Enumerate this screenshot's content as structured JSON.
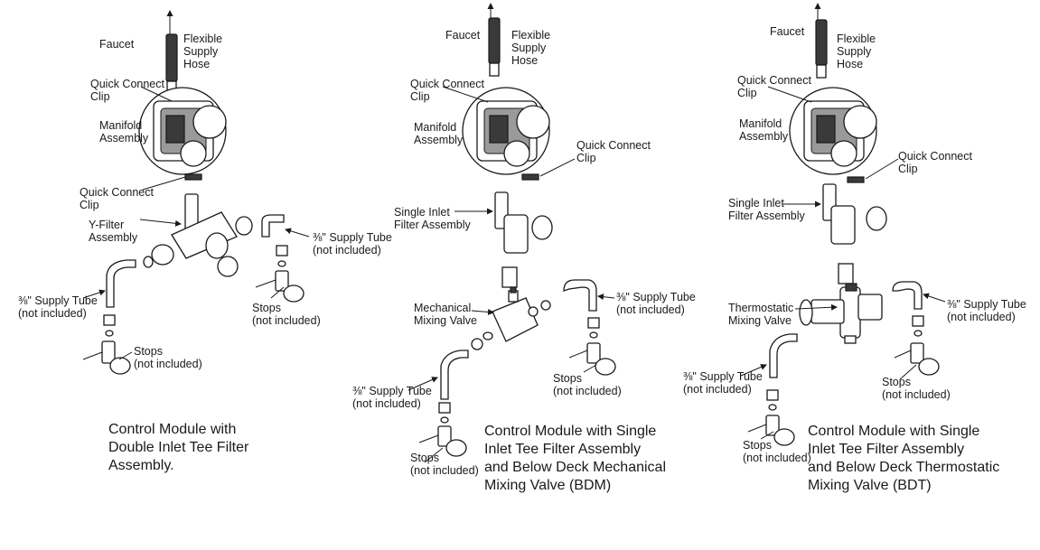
{
  "panels": [
    {
      "caption": "Control Module with\nDouble Inlet Tee Filter\nAssembly.",
      "labels": {
        "faucet": "Faucet",
        "hose": "Flexible\nSupply\nHose",
        "clip_top": "Quick Connect\nClip",
        "manifold": "Manifold\nAssembly",
        "clip_bottom": "Quick Connect\nClip",
        "filter": "Y-Filter\nAssembly",
        "tube_right": "⅜\" Supply Tube\n(not included)",
        "tube_left": "⅜\" Supply Tube\n(not included)",
        "stops_right": "Stops\n(not included)",
        "stops_left": "Stops\n(not included)"
      }
    },
    {
      "caption": "Control Module with Single\nInlet Tee Filter Assembly\nand Below Deck Mechanical\nMixing Valve (BDM)",
      "labels": {
        "faucet": "Faucet",
        "hose": "Flexible\nSupply\nHose",
        "clip_top": "Quick Connect\nClip",
        "manifold": "Manifold\nAssembly",
        "clip_right": "Quick Connect\nClip",
        "filter": "Single Inlet\nFilter Assembly",
        "valve": "Mechanical\nMixing Valve",
        "tube_right": "⅜\" Supply Tube\n(not included)",
        "tube_left": "⅜\" Supply Tube\n(not included)",
        "stops_right": "Stops\n(not included)",
        "stops_left": "Stops\n(not included)"
      }
    },
    {
      "caption": "Control Module with Single\nInlet Tee Filter Assembly\nand Below Deck Thermostatic\nMixing Valve (BDT)",
      "labels": {
        "faucet": "Faucet",
        "hose": "Flexible\nSupply\nHose",
        "clip_top": "Quick Connect\nClip",
        "manifold": "Manifold\nAssembly",
        "clip_right": "Quick Connect\nClip",
        "filter": "Single Inlet\nFilter Assembly",
        "valve": "Thermostatic\nMixing Valve",
        "tube_right": "⅜\" Supply Tube\n(not included)",
        "tube_left": "⅜\" Supply Tube\n(not included)",
        "stops_right": "Stops\n(not included)",
        "stops_left": "Stops\n(not included)"
      }
    }
  ]
}
